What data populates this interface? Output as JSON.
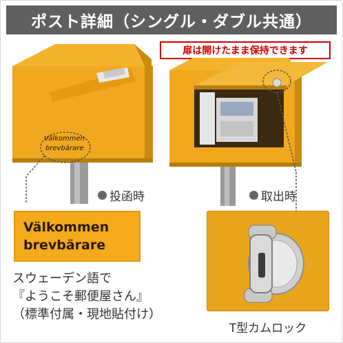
{
  "header": {
    "title": "ポスト詳細（シングル・ダブル共通）"
  },
  "note": {
    "text": "扉は開けたまま保持できます"
  },
  "left_photo": {
    "caption": "投函時",
    "oval_text_1": "Välkommen",
    "oval_text_2": "brevbärare"
  },
  "right_photo": {
    "caption": "取出時"
  },
  "sign": {
    "line1": "Välkommen",
    "line2": "brevbärare"
  },
  "description": {
    "line1": "スウェーデン語で",
    "line2": "『ようこそ郵便屋さん』",
    "line3": "（標準付属・現地貼付け）"
  },
  "lock": {
    "caption": "T型カムロック"
  },
  "colors": {
    "mailbox_yellow": "#f0a81e",
    "header_gray": "#5f5f5f",
    "note_red": "#d20000"
  }
}
